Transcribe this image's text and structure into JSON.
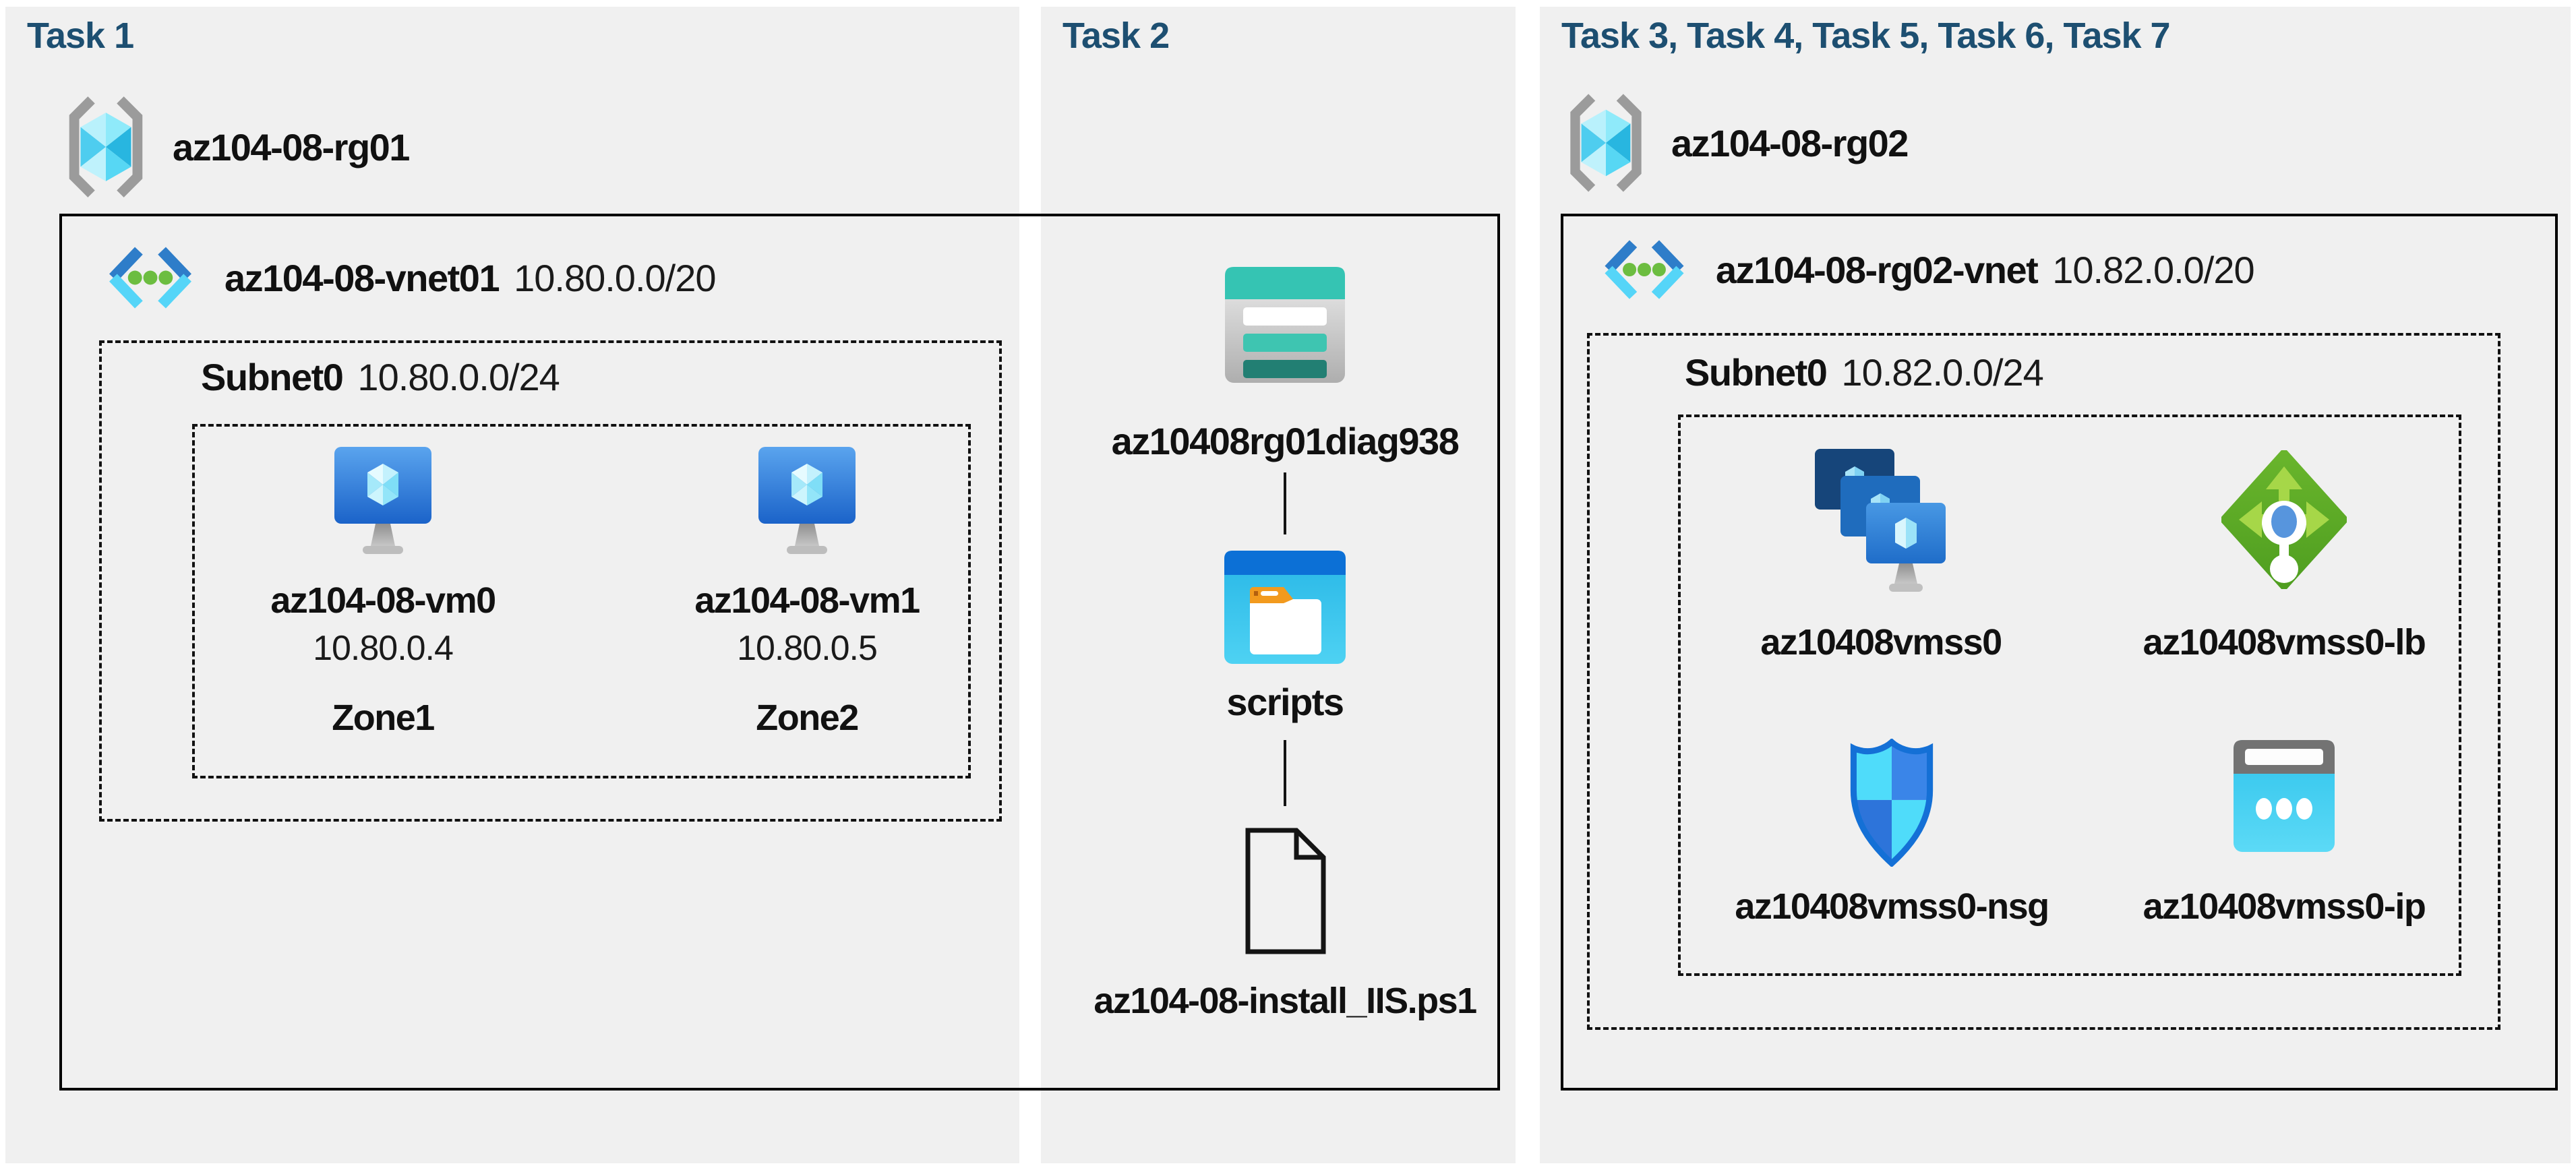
{
  "colors": {
    "page_background": "#FFFFFF",
    "panel_background": "#F0F0F0",
    "heading_text": "#1D4F71",
    "label_text": "#111111",
    "box_border": "#000000",
    "storage_teal": "#35C4B3",
    "folder_blue": "#0C70D6",
    "vm_blue": "#1B63C9",
    "lb_green": "#5FAE2A",
    "nsg_blue_border": "#1470D6",
    "ip_cyan": "#3CC9F0"
  },
  "task1": {
    "title": "Task 1",
    "resource_group": "az104-08-rg01",
    "vnet_name": "az104-08-vnet01",
    "vnet_cidr": "10.80.0.0/20",
    "subnet_name": "Subnet0",
    "subnet_cidr": "10.80.0.0/24",
    "vms": [
      {
        "name": "az104-08-vm0",
        "ip": "10.80.0.4",
        "zone": "Zone1"
      },
      {
        "name": "az104-08-vm1",
        "ip": "10.80.0.5",
        "zone": "Zone2"
      }
    ]
  },
  "task2": {
    "title": "Task 2",
    "storage_account": "az10408rg01diag938",
    "folder": "scripts",
    "file": "az104-08-install_IIS.ps1"
  },
  "task3": {
    "title": "Task 3, Task 4, Task 5, Task 6, Task 7",
    "resource_group": "az104-08-rg02",
    "vnet_name": "az104-08-rg02-vnet",
    "vnet_cidr": "10.82.0.0/20",
    "subnet_name": "Subnet0",
    "subnet_cidr": "10.82.0.0/24",
    "resources": [
      {
        "name": "az10408vmss0",
        "type": "virtual-machine-scale-set"
      },
      {
        "name": "az10408vmss0-lb",
        "type": "load-balancer"
      },
      {
        "name": "az10408vmss0-nsg",
        "type": "network-security-group"
      },
      {
        "name": "az10408vmss0-ip",
        "type": "public-ip-address"
      }
    ]
  }
}
